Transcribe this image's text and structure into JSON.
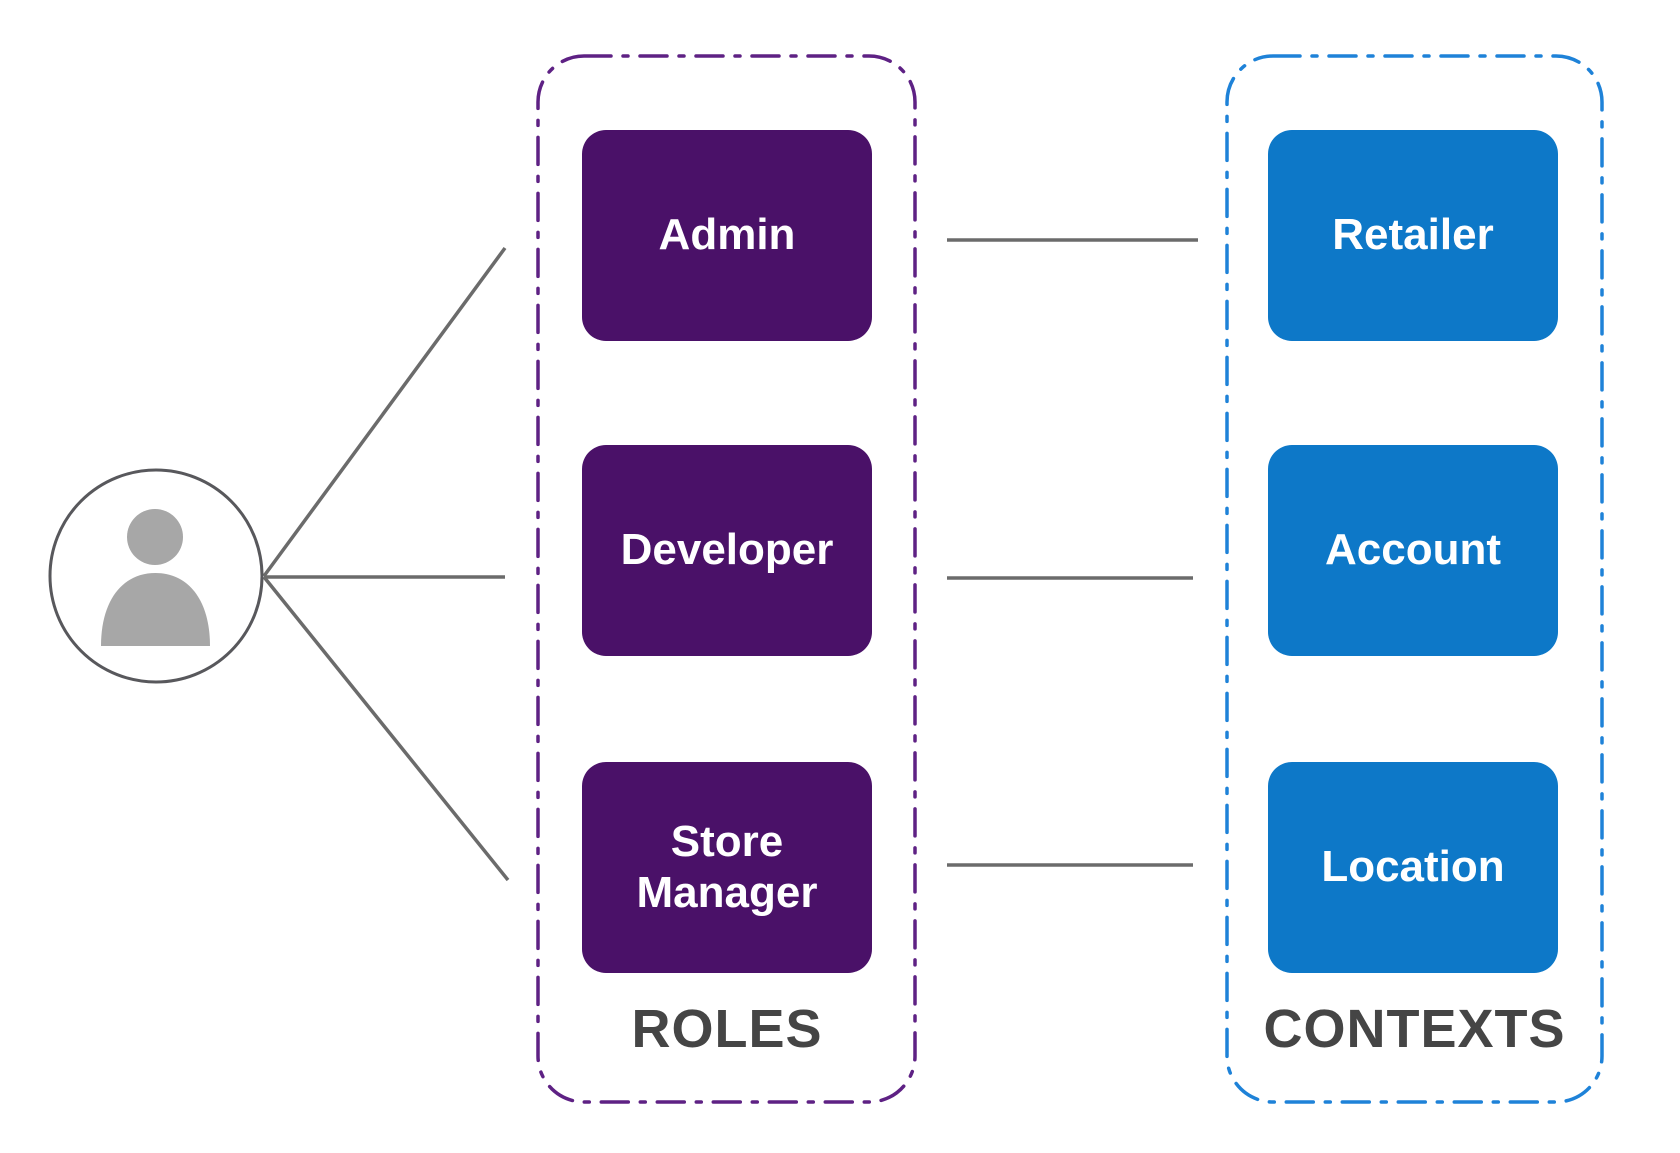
{
  "diagram": {
    "actor": {
      "icon": "person-icon"
    },
    "groups": [
      {
        "id": "roles",
        "label": "ROLES",
        "items": [
          {
            "label": "Admin"
          },
          {
            "label": "Developer"
          },
          {
            "label": "Store Manager"
          }
        ]
      },
      {
        "id": "contexts",
        "label": "CONTEXTS",
        "items": [
          {
            "label": "Retailer"
          },
          {
            "label": "Account"
          },
          {
            "label": "Location"
          }
        ]
      }
    ],
    "edges": [
      {
        "from": "user",
        "to": "Admin"
      },
      {
        "from": "user",
        "to": "Developer"
      },
      {
        "from": "user",
        "to": "Store Manager"
      },
      {
        "from": "Admin",
        "to": "Retailer"
      },
      {
        "from": "Developer",
        "to": "Account"
      },
      {
        "from": "Store Manager",
        "to": "Location"
      }
    ]
  },
  "colors": {
    "role_fill": "#4A1168",
    "roles_border": "#5E2184",
    "context_fill": "#0D78C8",
    "contexts_border": "#1E82D8",
    "connector": "#6B6B6B",
    "group_label": "#454545",
    "person_fill": "#A7A7A7",
    "person_outline": "#58585C"
  }
}
